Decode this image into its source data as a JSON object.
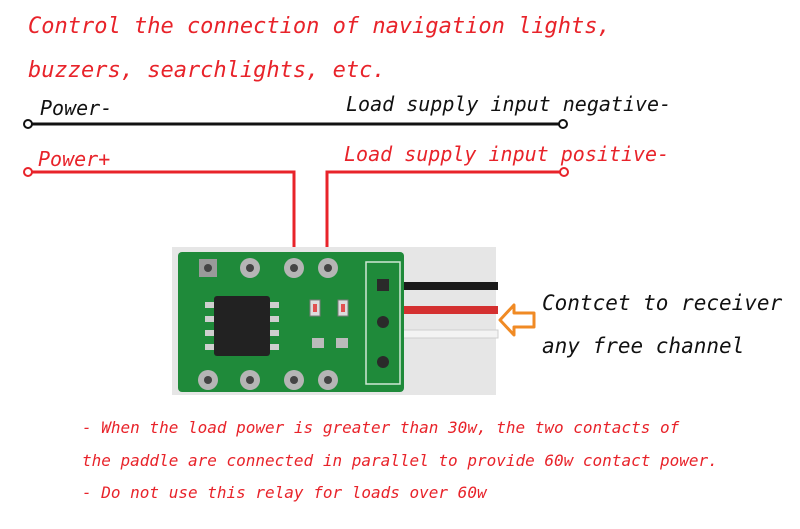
{
  "title": {
    "line1": "Control the connection of navigation lights,",
    "line2": "buzzers, searchlights, etc."
  },
  "labels": {
    "power_minus": "Power-",
    "power_plus": "Power+",
    "load_negative": "Load supply input negative-",
    "load_positive": "Load supply input positive-"
  },
  "receiver": {
    "line1": "Contcet to receiver",
    "line2": "any free channel"
  },
  "notes": [
    "- When the load power is greater than 30w, the two contacts of",
    "the paddle are connected in parallel to provide 60w contact power.",
    "- Do not use this relay for loads over 60w"
  ],
  "colors": {
    "accent_red": "#e8232a",
    "wire_black": "#111111",
    "pcb_green": "#1f8a3a",
    "arrow_orange": "#f08a24"
  }
}
